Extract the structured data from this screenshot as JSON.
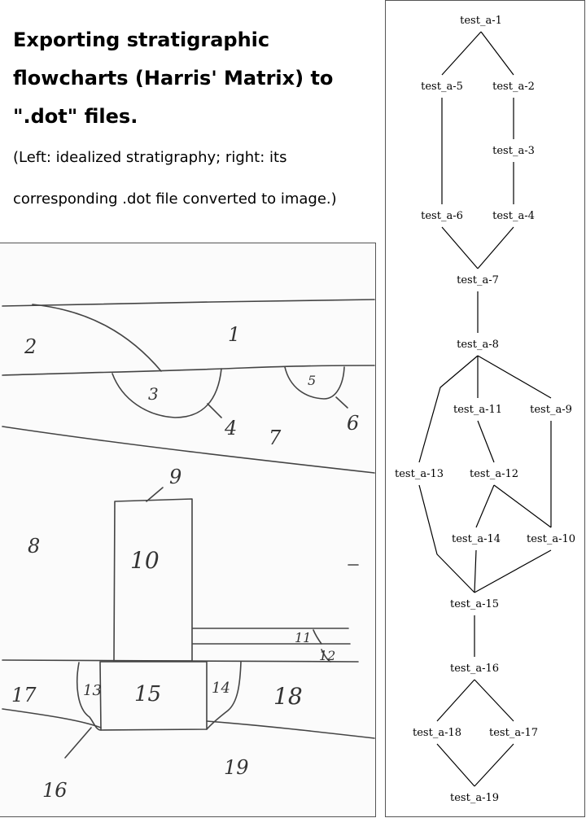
{
  "title": "Exporting stratigraphic flowcharts (Harris' Matrix) to \".dot\" files.",
  "subtitle": "(Left: idealized stratigraphy; right: its corresponding .dot file converted to image.)",
  "sketch": {
    "labels": {
      "u1": "1",
      "u2": "2",
      "u3": "3",
      "u4": "4",
      "u5": "5",
      "u6": "6",
      "u7": "7",
      "u8": "8",
      "u9": "9",
      "u10": "10",
      "u11": "11",
      "u12": "12",
      "u13": "13",
      "u14": "14",
      "u15": "15",
      "u16": "16",
      "u17": "17",
      "u18": "18",
      "u19": "19"
    }
  },
  "matrix": {
    "nodes": [
      {
        "id": "n1",
        "label": "test_a-1"
      },
      {
        "id": "n5",
        "label": "test_a-5"
      },
      {
        "id": "n2",
        "label": "test_a-2"
      },
      {
        "id": "n3",
        "label": "test_a-3"
      },
      {
        "id": "n6",
        "label": "test_a-6"
      },
      {
        "id": "n4",
        "label": "test_a-4"
      },
      {
        "id": "n7",
        "label": "test_a-7"
      },
      {
        "id": "n8",
        "label": "test_a-8"
      },
      {
        "id": "n11",
        "label": "test_a-11"
      },
      {
        "id": "n9",
        "label": "test_a-9"
      },
      {
        "id": "n13",
        "label": "test_a-13"
      },
      {
        "id": "n12",
        "label": "test_a-12"
      },
      {
        "id": "n14",
        "label": "test_a-14"
      },
      {
        "id": "n10",
        "label": "test_a-10"
      },
      {
        "id": "n15",
        "label": "test_a-15"
      },
      {
        "id": "n16",
        "label": "test_a-16"
      },
      {
        "id": "n18",
        "label": "test_a-18"
      },
      {
        "id": "n17",
        "label": "test_a-17"
      },
      {
        "id": "n19",
        "label": "test_a-19"
      }
    ],
    "edges": [
      [
        "n1",
        "n5"
      ],
      [
        "n1",
        "n2"
      ],
      [
        "n2",
        "n3"
      ],
      [
        "n3",
        "n4"
      ],
      [
        "n5",
        "n6"
      ],
      [
        "n6",
        "n7"
      ],
      [
        "n4",
        "n7"
      ],
      [
        "n7",
        "n8"
      ],
      [
        "n8",
        "n13"
      ],
      [
        "n8",
        "n11"
      ],
      [
        "n8",
        "n9"
      ],
      [
        "n11",
        "n12"
      ],
      [
        "n12",
        "n14"
      ],
      [
        "n12",
        "n10"
      ],
      [
        "n9",
        "n10"
      ],
      [
        "n13",
        "n15"
      ],
      [
        "n14",
        "n15"
      ],
      [
        "n10",
        "n15"
      ],
      [
        "n15",
        "n16"
      ],
      [
        "n16",
        "n18"
      ],
      [
        "n16",
        "n17"
      ],
      [
        "n18",
        "n19"
      ],
      [
        "n17",
        "n19"
      ]
    ]
  }
}
